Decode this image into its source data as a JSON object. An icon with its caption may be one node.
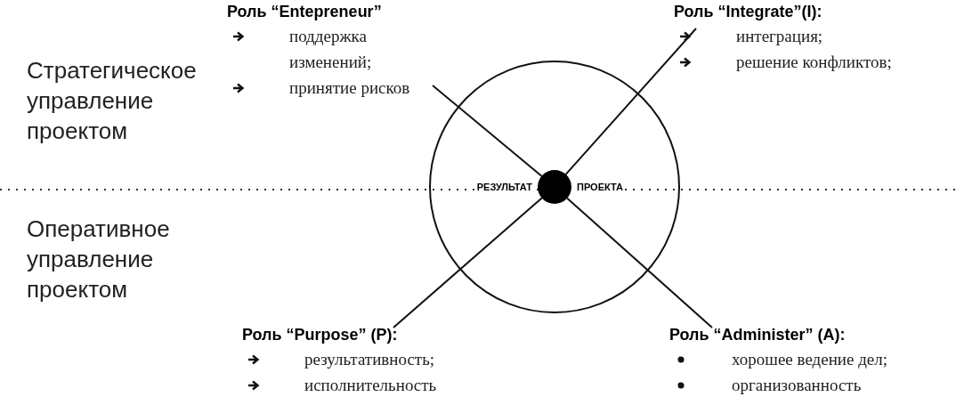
{
  "diagram": {
    "nodes": [
      {
        "text": [
          "РЕЗУЛЬТАТ",
          "ПРОЕКТА"
        ]
      },
      {
        "text": [],
        "shape": "circle",
        "in": 0
      },
      {
        "text": [
          "Роль “Entepreneur”",
          "поддержка изменений;",
          "принятие рисков"
        ]
      },
      {
        "text": [
          "Роль “Integrate”(I):",
          "интеграция;",
          "решение конфликтов;"
        ]
      },
      {
        "text": [
          "Роль “Purpose” (P):",
          "результативность;",
          "исполнительность"
        ]
      },
      {
        "text": [
          "Роль “Administer” (A):",
          "хорошее ведение дел;",
          "организованность"
        ]
      }
    ],
    "edges": [
      {
        "from": 1,
        "to": 2,
        "arrow": "none"
      },
      {
        "from": 1,
        "to": 3,
        "arrow": "none"
      },
      {
        "from": 1,
        "to": 4,
        "arrow": "none"
      },
      {
        "from": 1,
        "to": 5,
        "arrow": "none"
      }
    ],
    "labels": [
      "Стратегическое управление проектом",
      "Оперативное управление проектом"
    ]
  }
}
